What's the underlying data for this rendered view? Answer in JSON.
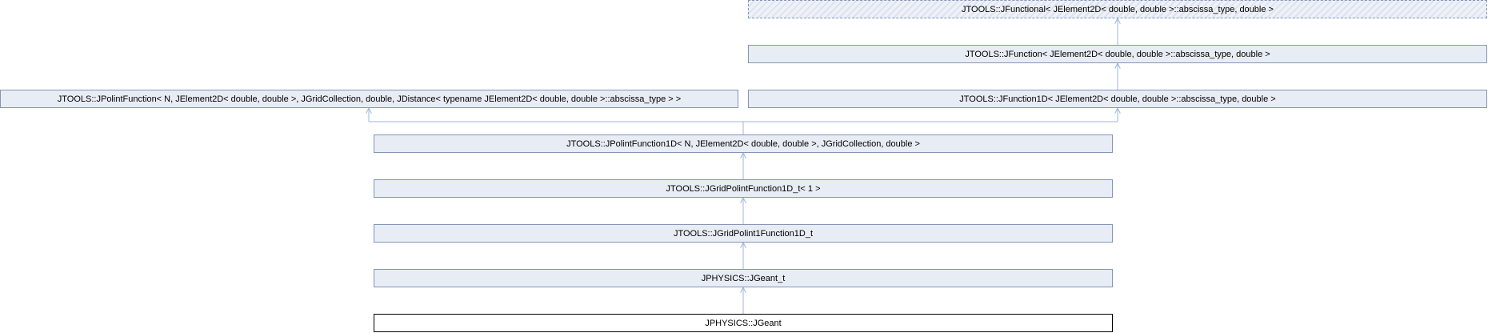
{
  "diagram": {
    "nodes": {
      "jfunctional": "JTOOLS::JFunctional< JElement2D< double, double >::abscissa_type, double >",
      "jfunction": "JTOOLS::JFunction< JElement2D< double, double >::abscissa_type, double >",
      "jpolintfunction": "JTOOLS::JPolintFunction< N, JElement2D< double, double >, JGridCollection, double, JDistance< typename JElement2D< double, double >::abscissa_type > >",
      "jfunction1d": "JTOOLS::JFunction1D< JElement2D< double, double >::abscissa_type, double >",
      "jpolintfunction1d": "JTOOLS::JPolintFunction1D< N, JElement2D< double, double >, JGridCollection, double >",
      "jgridpolintfunction1d_t": "JTOOLS::JGridPolintFunction1D_t< 1 >",
      "jgridpolint1function1d_t": "JTOOLS::JGridPolint1Function1D_t",
      "jgeant_t": "JPHYSICS::JGeant_t",
      "jgeant": "JPHYSICS::JGeant"
    },
    "edges": [
      [
        "jfunction",
        "jfunctional"
      ],
      [
        "jfunction1d",
        "jfunction"
      ],
      [
        "jpolintfunction1d",
        "jpolintfunction"
      ],
      [
        "jpolintfunction1d",
        "jfunction1d"
      ],
      [
        "jgridpolintfunction1d_t",
        "jpolintfunction1d"
      ],
      [
        "jgridpolint1function1d_t",
        "jgridpolintfunction1d_t"
      ],
      [
        "jgeant_t",
        "jgridpolint1function1d_t"
      ],
      [
        "jgeant",
        "jgeant_t"
      ]
    ],
    "colors": {
      "node_fill": "#e8ecf4",
      "node_border": "#8495b8",
      "edge": "#9fb7dc",
      "current_border": "#000000"
    }
  }
}
